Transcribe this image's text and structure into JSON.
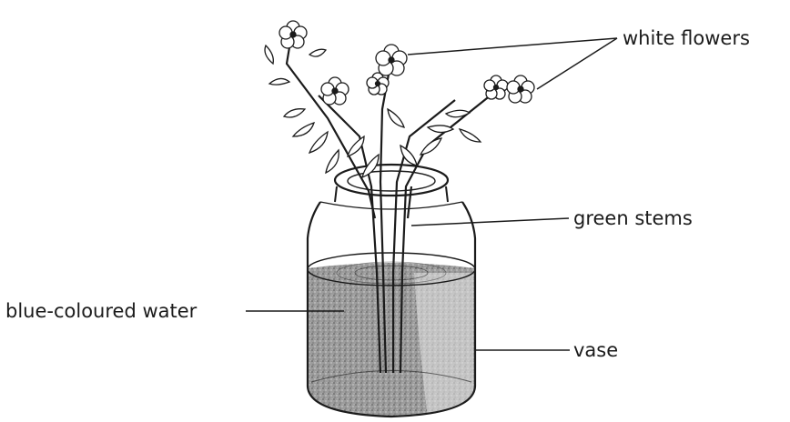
{
  "labels": {
    "flowers": "white flowers",
    "stems": "green stems",
    "water": "blue-coloured water",
    "vase": "vase"
  },
  "icons": {
    "flower": "flower-icon",
    "leaf": "leaf-icon"
  },
  "colors": {
    "ink": "#1b1b1b",
    "background": "#ffffff",
    "water_shade": "#6e6e6e"
  }
}
